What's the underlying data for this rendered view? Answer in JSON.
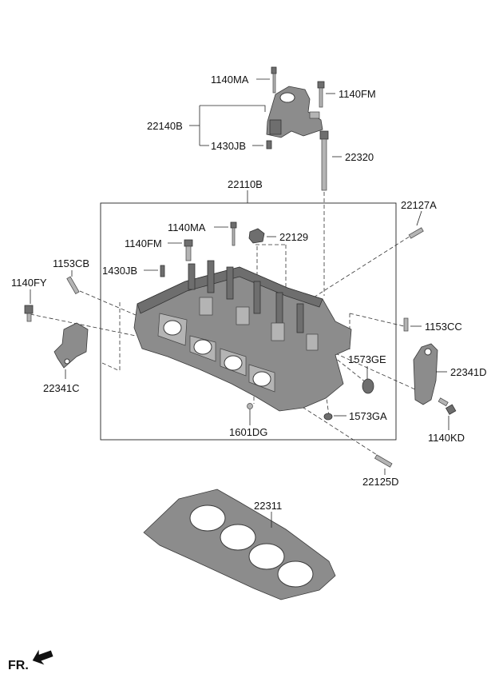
{
  "labels": {
    "bracket_bolt_upper": "1140MA",
    "bracket_bolt_right": "1140FM",
    "engine_bracket": "22140B",
    "bracket_pin": "1430JB",
    "head_bolt": "22320",
    "cylinder_head_assy": "22110B",
    "head_pin_right": "22127A",
    "head_bolt_ma": "1140MA",
    "head_bolt_fm": "1140FM",
    "head_cap": "22129",
    "head_pin_left": "1153CB",
    "head_dowel": "1430JB",
    "left_bolt": "1140FY",
    "left_bracket": "22341C",
    "right_pin": "1153CC",
    "plug_ge": "1573GE",
    "right_bracket": "22341D",
    "plug_ga": "1573GA",
    "right_bolt": "1140KD",
    "ball_plug": "1601DG",
    "lower_pin": "22125D",
    "head_gasket": "22311"
  },
  "front_indicator": "FR.",
  "colors": {
    "part_fill": "#8c8c8c",
    "line": "#222222"
  }
}
